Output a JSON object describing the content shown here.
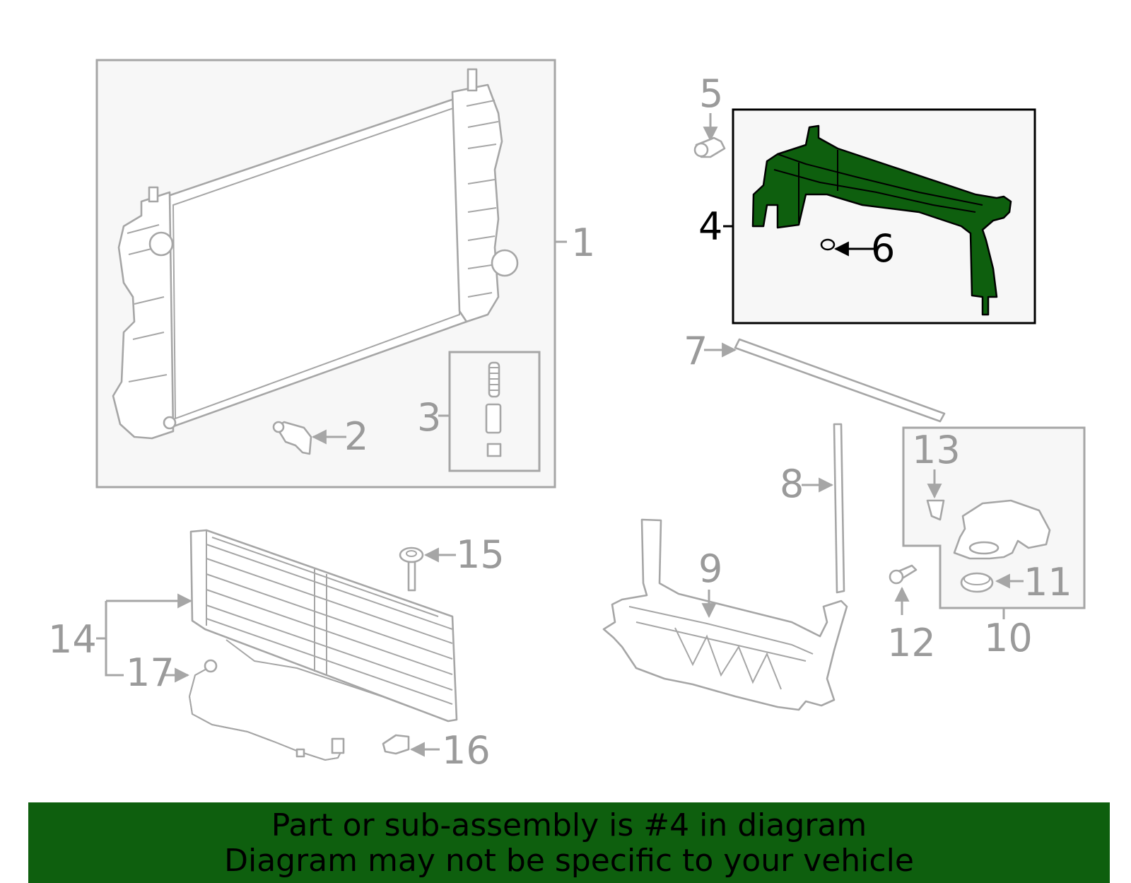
{
  "diagram": {
    "highlight_color": "#0e5f0e",
    "line_color": "#a6a6a6",
    "callouts": {
      "c1": "1",
      "c2": "2",
      "c3": "3",
      "c4": "4",
      "c5": "5",
      "c6": "6",
      "c7": "7",
      "c8": "8",
      "c9": "9",
      "c10": "10",
      "c11": "11",
      "c12": "12",
      "c13": "13",
      "c14": "14",
      "c15": "15",
      "c16": "16",
      "c17": "17"
    }
  },
  "footer": {
    "line1": "Part or sub-assembly is #4 in diagram",
    "line2": "Diagram may not be specific to your vehicle",
    "background": "#0e5f0e"
  }
}
